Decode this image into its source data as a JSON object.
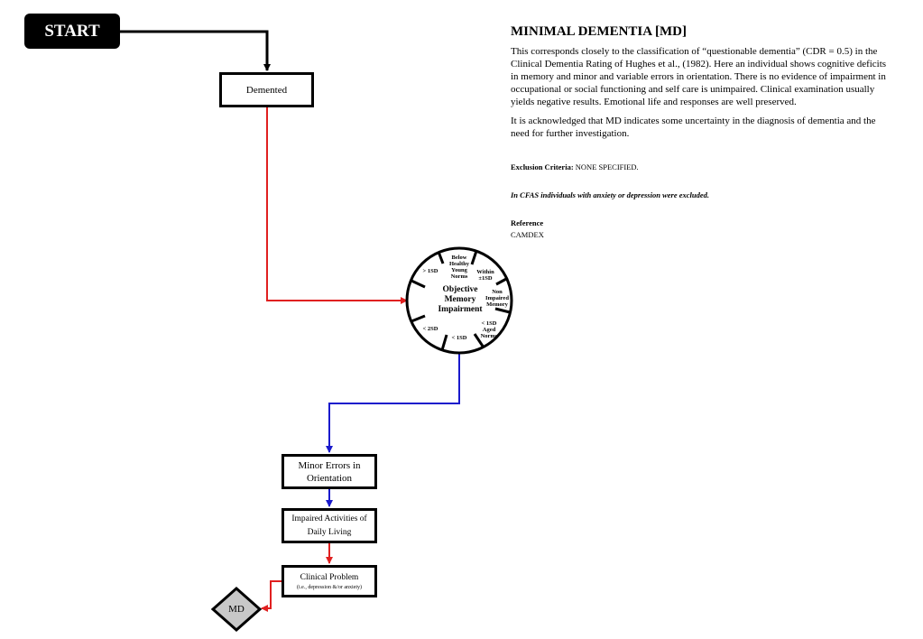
{
  "flow": {
    "start_label": "START",
    "demented_label": "Demented",
    "wheel": {
      "center": "Objective Memory Impairment",
      "segments": {
        "below_healthy": "Below Healthy Young Norms",
        "within_1sd": "Within ±1SD",
        "non_impaired": "Non Impaired Memory",
        "lt_1sd_aged": "< 1SD Aged Norms",
        "lt_1sd": "< 1SD",
        "lt_2sd": "< 2SD",
        "gt_1sd": "> 1SD"
      }
    },
    "minor_errors_label": "Minor Errors in Orientation",
    "impaired_adl_label": "Impaired Activities of Daily Living",
    "clinical_problem_label": "Clinical Problem",
    "clinical_problem_sub": "(i.e., depression &/or anxiety)",
    "md_label": "MD"
  },
  "colors": {
    "red": "#e02020",
    "blue": "#1a1acc",
    "diamond_fill": "#c8c8c8"
  },
  "panel": {
    "title": "MINIMAL DEMENTIA [MD]",
    "paragraph1": "This corresponds closely to the classification of “questionable dementia” (CDR = 0.5) in the Clinical Dementia Rating of Hughes et al., (1982). Here an individual shows cognitive deficits in memory and minor and variable errors in orientation. There is no evidence of impairment in occupational or social functioning and self care is unimpaired. Clinical examination usually yields negative results. Emotional life and responses are well preserved.",
    "paragraph2": "It is acknowledged that MD indicates some uncertainty in the diagnosis of dementia and the need for further investigation.",
    "exclusion_label": "Exclusion Criteria:",
    "exclusion_value": "NONE SPECIFIED.",
    "cfas_note": "In CFAS individuals with anxiety or depression were excluded.",
    "reference_label": "Reference",
    "reference_value": "CAMDEX"
  }
}
